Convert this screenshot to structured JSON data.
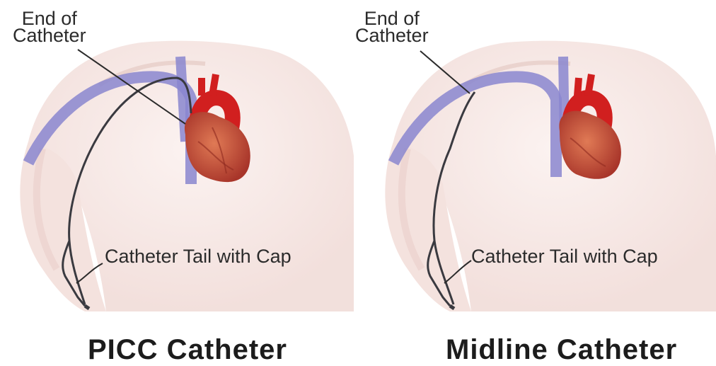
{
  "panels": [
    {
      "id": "picc",
      "end_label_line1": "End of",
      "end_label_line2": "Catheter",
      "tail_label": "Catheter Tail with Cap",
      "title": "PICC Catheter"
    },
    {
      "id": "midline",
      "end_label_line1": "End of",
      "end_label_line2": "Catheter",
      "tail_label": "Catheter Tail with Cap",
      "title": "Midline Catheter"
    }
  ],
  "colors": {
    "skin": "#f6e6e3",
    "vein": "#7b78c4",
    "artery": "#d11f1f",
    "heart": "#c0503a",
    "catheter": "#3a3a40",
    "text": "#2b2b2b"
  }
}
